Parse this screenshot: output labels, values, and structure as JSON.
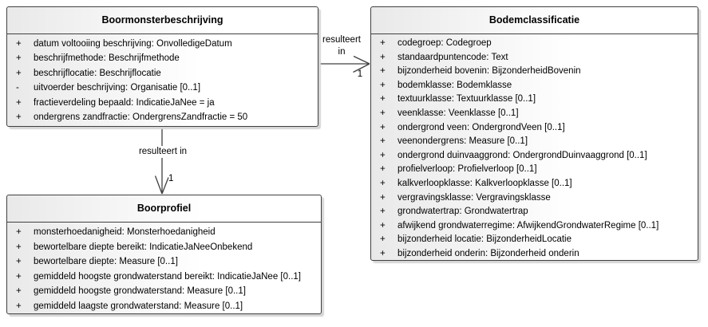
{
  "diagram": {
    "classes": [
      {
        "title": "Boormonsterbeschrijving",
        "attributes": [
          {
            "vis": "+",
            "text": "datum voltooiing beschrijving: OnvolledigeDatum"
          },
          {
            "vis": "+",
            "text": "beschrijfmethode: Beschrijfmethode"
          },
          {
            "vis": "+",
            "text": "beschrijflocatie: Beschrijflocatie"
          },
          {
            "vis": "-",
            "text": "uitvoerder beschrijving: Organisatie [0..1]"
          },
          {
            "vis": "+",
            "text": "fractieverdeling bepaald: IndicatieJaNee = ja"
          },
          {
            "vis": "+",
            "text": "ondergrens zandfractie: OndergrensZandfractie = 50"
          }
        ]
      },
      {
        "title": "Bodemclassificatie",
        "attributes": [
          {
            "vis": "+",
            "text": "codegroep: Codegroep"
          },
          {
            "vis": "+",
            "text": "standaardpuntencode: Text"
          },
          {
            "vis": "+",
            "text": "bijzonderheid bovenin: BijzonderheidBovenin"
          },
          {
            "vis": "+",
            "text": "bodemklasse: Bodemklasse"
          },
          {
            "vis": "+",
            "text": "textuurklasse: Textuurklasse [0..1]"
          },
          {
            "vis": "+",
            "text": "veenklasse: Veenklasse [0..1]"
          },
          {
            "vis": "+",
            "text": "ondergrond veen: OndergrondVeen [0..1]"
          },
          {
            "vis": "+",
            "text": "veenondergrens: Measure [0..1]"
          },
          {
            "vis": "+",
            "text": "ondergrond duinvaaggrond: OndergrondDuinvaaggrond [0..1]"
          },
          {
            "vis": "+",
            "text": "profielverloop: Profielverloop [0..1]"
          },
          {
            "vis": "+",
            "text": "kalkverloopklasse: Kalkverloopklasse [0..1]"
          },
          {
            "vis": "+",
            "text": "vergravingsklasse: Vergravingsklasse"
          },
          {
            "vis": "+",
            "text": "grondwatertrap: Grondwatertrap"
          },
          {
            "vis": "+",
            "text": "afwijkend grondwaterregime: AfwijkendGrondwaterRegime [0..1]"
          },
          {
            "vis": "+",
            "text": "bijzonderheid locatie: BijzonderheidLocatie"
          },
          {
            "vis": "+",
            "text": "bijzonderheid onderin: Bijzonderheid onderin"
          }
        ]
      },
      {
        "title": "Boorprofiel",
        "attributes": [
          {
            "vis": "+",
            "text": "monsterhoedanigheid: Monsterhoedanigheid"
          },
          {
            "vis": "+",
            "text": "bewortelbare diepte bereikt: IndicatieJaNeeOnbekend"
          },
          {
            "vis": "+",
            "text": "bewortelbare diepte: Measure [0..1]"
          },
          {
            "vis": "+",
            "text": "gemiddeld hoogste grondwaterstand bereikt: IndicatieJaNee [0..1]"
          },
          {
            "vis": "+",
            "text": "gemiddeld hoogste grondwaterstand: Measure [0..1]"
          },
          {
            "vis": "+",
            "text": "gemiddeld laagste grondwaterstand: Measure [0..1]"
          }
        ]
      }
    ],
    "connectors": [
      {
        "label_line1": "resulteert",
        "label_line2": "in",
        "multiplicity": "1"
      },
      {
        "label": "resulteert in",
        "multiplicity": "1"
      }
    ],
    "colors": {
      "border": "#404040",
      "fill_left": "#e9e9e9",
      "fill_right": "#ffffff",
      "shadow": "#d6d6d6",
      "text": "#000000"
    }
  }
}
